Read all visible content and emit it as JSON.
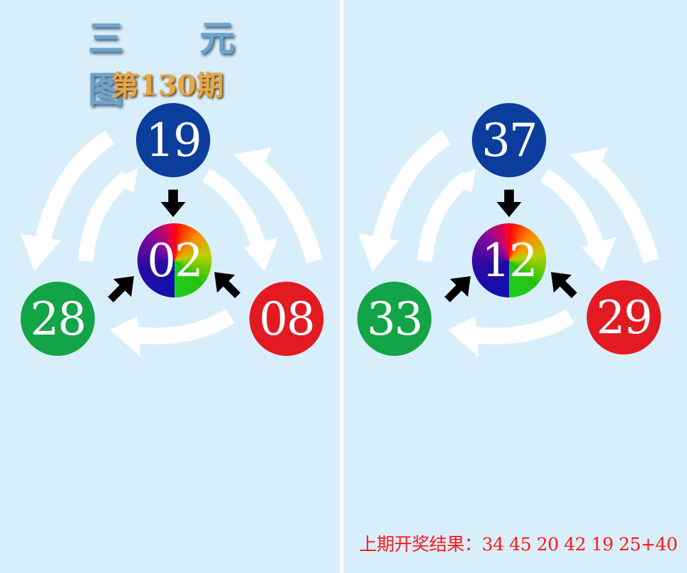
{
  "title": "三 元 图",
  "issue": "第130期",
  "panels": [
    {
      "top": "19",
      "center": "02",
      "left": "28",
      "right": "08"
    },
    {
      "top": "37",
      "center": "12",
      "left": "33",
      "right": "29"
    }
  ],
  "last_result": "上期开奖结果：34 45 20 42 19 25+40",
  "colors": {
    "background": "#d9eefb",
    "blue_ball": "#0b3d9c",
    "green_ball": "#12a447",
    "red_ball": "#e31a22",
    "result_text": "#ff1a1a"
  }
}
